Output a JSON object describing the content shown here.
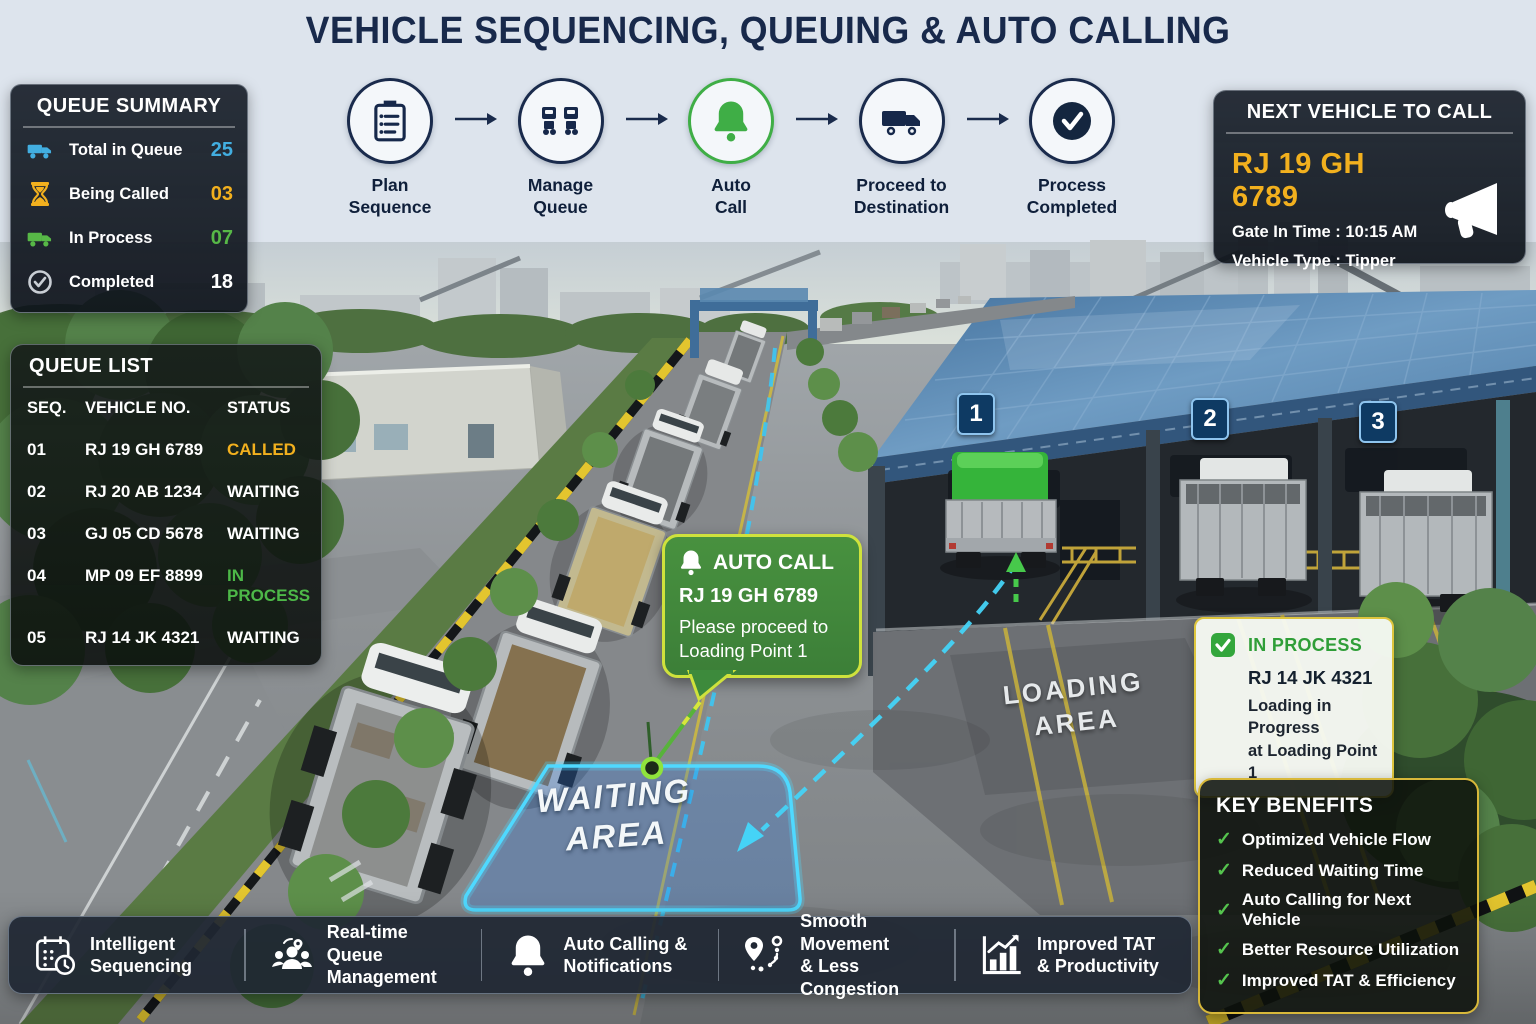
{
  "title": "VEHICLE SEQUENCING, QUEUING & AUTO CALLING",
  "colors": {
    "navy": "#1a2b4c",
    "gold": "#f2b01e",
    "green": "#3fae46",
    "blue": "#42aee0",
    "cyan": "#45d3f7",
    "panel_dark": "#161d27"
  },
  "queue_summary": {
    "title": "QUEUE SUMMARY",
    "rows": [
      {
        "icon": "truck-icon",
        "label": "Total in Queue",
        "value": "25",
        "value_color": "#42aee0"
      },
      {
        "icon": "hourglass-icon",
        "label": "Being Called",
        "value": "03",
        "value_color": "#f2b01e"
      },
      {
        "icon": "truck-icon",
        "label": "In Process",
        "value": "07",
        "value_color": "#57b847"
      },
      {
        "icon": "check-circle-icon",
        "label": "Completed",
        "value": "18",
        "value_color": "#ffffff"
      }
    ]
  },
  "flow": {
    "steps": [
      {
        "icon": "clipboard-icon",
        "label": "Plan\nSequence"
      },
      {
        "icon": "queue-icon",
        "label": "Manage\nQueue"
      },
      {
        "icon": "bell-icon",
        "label": "Auto\nCall"
      },
      {
        "icon": "truck-icon",
        "label": "Proceed to\nDestination"
      },
      {
        "icon": "check-icon",
        "label": "Process\nCompleted"
      }
    ]
  },
  "next_vehicle": {
    "title": "NEXT VEHICLE TO CALL",
    "plate": "RJ 19 GH 6789",
    "gate_in": "Gate In Time : 10:15 AM",
    "vehicle_type": "Vehicle Type  :  Tipper",
    "icon": "megaphone-icon"
  },
  "queue_list": {
    "title": "QUEUE LIST",
    "headers": [
      "SEQ.",
      "VEHICLE NO.",
      "STATUS"
    ],
    "rows": [
      {
        "seq": "01",
        "vehicle": "RJ 19 GH 6789",
        "status": "CALLED",
        "status_color": "#f2b01e"
      },
      {
        "seq": "02",
        "vehicle": "RJ 20 AB 1234",
        "status": "WAITING",
        "status_color": "#ffffff"
      },
      {
        "seq": "03",
        "vehicle": "GJ 05 CD 5678",
        "status": "WAITING",
        "status_color": "#ffffff"
      },
      {
        "seq": "04",
        "vehicle": "MP 09 EF 8899",
        "status": "IN PROCESS",
        "status_color": "#4db848"
      },
      {
        "seq": "05",
        "vehicle": "RJ 14 JK 4321",
        "status": "WAITING",
        "status_color": "#ffffff"
      }
    ]
  },
  "auto_call_popup": {
    "icon": "bell-icon",
    "title": "AUTO CALL",
    "plate": "RJ 19 GH 6789",
    "message": "Please proceed to\nLoading Point 1"
  },
  "in_process_card": {
    "icon": "check-square-icon",
    "title": "IN PROCESS",
    "plate": "RJ 14 JK 4321",
    "message": "Loading in Progress\nat Loading Point 1"
  },
  "key_benefits": {
    "title": "KEY BENEFITS",
    "check": "✓",
    "items": [
      "Optimized Vehicle Flow",
      "Reduced Waiting Time",
      "Auto Calling for Next Vehicle",
      "Better Resource Utilization",
      "Improved TAT & Efficiency"
    ]
  },
  "bottom_bar": {
    "items": [
      {
        "icon": "calendar-clock-icon",
        "label": "Intelligent\nSequencing"
      },
      {
        "icon": "people-icon",
        "label": "Real-time\nQueue Management"
      },
      {
        "icon": "bell-icon",
        "label": "Auto Calling &\nNotifications"
      },
      {
        "icon": "route-pin-icon",
        "label": "Smooth Movement\n& Less Congestion"
      },
      {
        "icon": "chart-icon",
        "label": "Improved TAT\n& Productivity"
      }
    ]
  },
  "scene": {
    "waiting_area_label": "WAITING\nAREA",
    "loading_area_label": "LOADING\nAREA",
    "loading_points": [
      "1",
      "2",
      "3"
    ]
  }
}
